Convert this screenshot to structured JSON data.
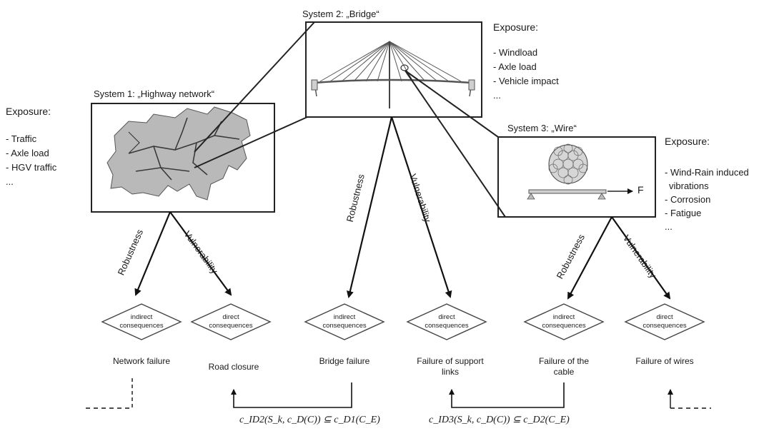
{
  "systems": [
    {
      "title": "System 1: „Highway network“",
      "exposure_heading": "Exposure:",
      "exposures": [
        "- Traffic",
        "- Axle load",
        "- HGV traffic",
        "..."
      ]
    },
    {
      "title": "System 2: „Bridge“",
      "exposure_heading": "Exposure:",
      "exposures": [
        "- Windload",
        "- Axle load",
        "- Vehicle impact",
        "..."
      ]
    },
    {
      "title": "System 3: „Wire“",
      "exposure_heading": "Exposure:",
      "exposures": [
        "- Wind-Rain induced",
        "  vibrations",
        "- Corrosion",
        "- Fatigue",
        "..."
      ]
    }
  ],
  "force_label": "F",
  "branch_labels": {
    "robustness": "Robustness",
    "vulnerability": "Vulnerability"
  },
  "diamonds": [
    {
      "label": "indirect consequences",
      "outcome": "Network failure"
    },
    {
      "label": "direct consequences",
      "outcome": "Road closure"
    },
    {
      "label": "indirect consequences",
      "outcome": "Bridge failure"
    },
    {
      "label": "direct consequences",
      "outcome": "Failure of support links"
    },
    {
      "label": "indirect consequences",
      "outcome": "Failure of the cable"
    },
    {
      "label": "direct consequences",
      "outcome": "Failure of wires"
    }
  ],
  "formulas": [
    "c_ID2(S_k, c_D(C)) ⊆ c_D1(C_E)",
    "c_ID3(S_k, c_D(C)) ⊆ c_D2(C_E)"
  ]
}
